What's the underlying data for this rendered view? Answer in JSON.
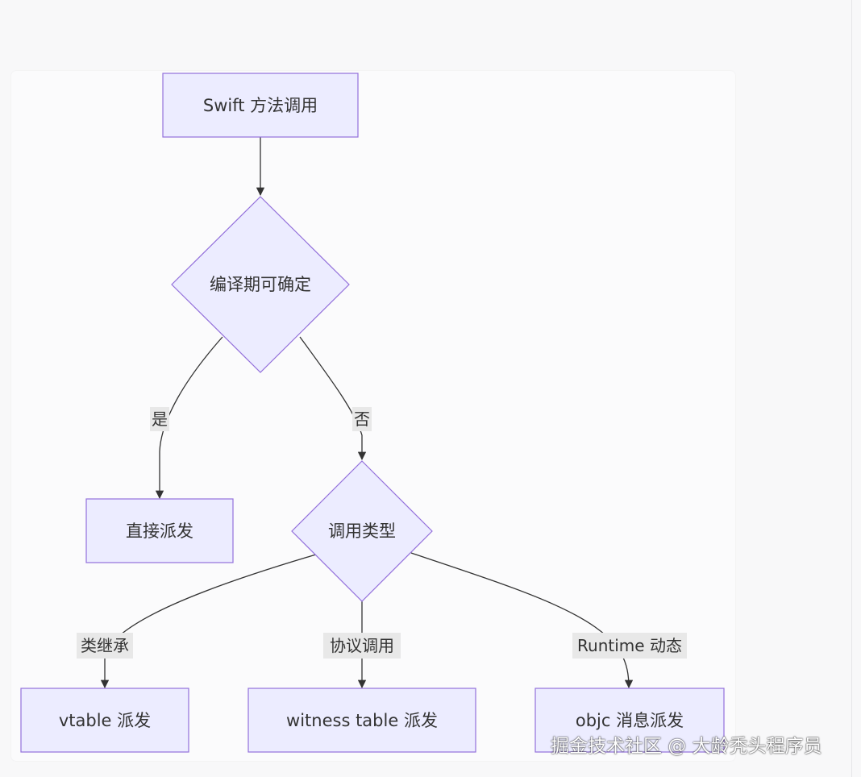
{
  "nodes": {
    "start": "Swift 方法调用",
    "decision_compile": "编译期可确定",
    "direct_dispatch": "直接派发",
    "decision_call_type": "调用类型",
    "vtable": "vtable 派发",
    "witness": "witness table 派发",
    "objc": "objc 消息派发"
  },
  "edges": {
    "yes": "是",
    "no": "否",
    "class_inheritance": "类继承",
    "protocol_call": "协议调用",
    "runtime_dynamic": "Runtime 动态"
  },
  "watermark": "掘金技术社区 @ 大龄秃头程序员",
  "colors": {
    "node_fill": "#ececff",
    "node_stroke": "#9370db",
    "edge": "#333333",
    "label_bg": "#e8e8e8"
  }
}
